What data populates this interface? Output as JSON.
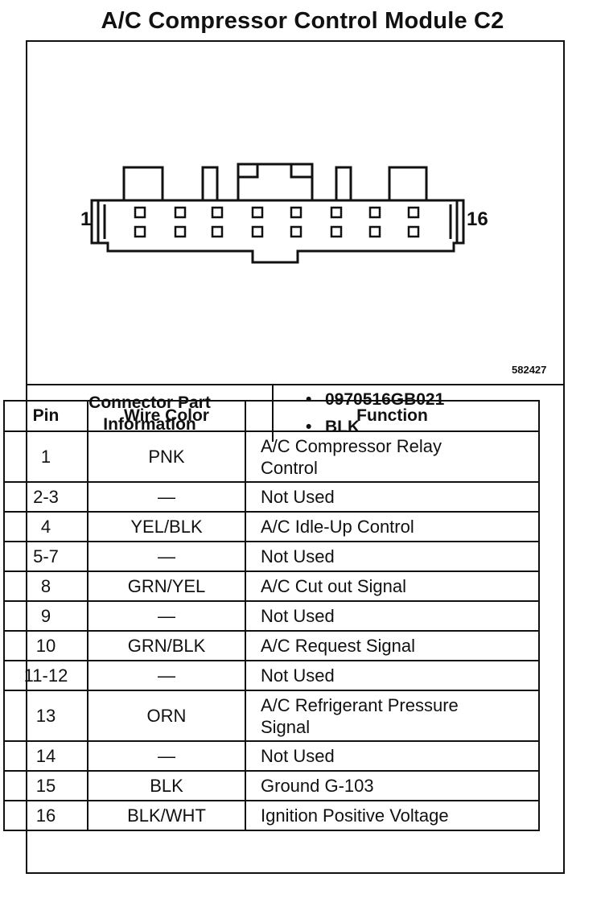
{
  "title": "A/C Compressor Control Module C2",
  "diagram": {
    "left_pin_label": "1",
    "right_pin_label": "16",
    "figure_number": "582427"
  },
  "connector_info": {
    "label_line1": "Connector Part",
    "label_line2": "Information",
    "items": [
      "0970516GB021",
      "BLK"
    ],
    "bullet": "•"
  },
  "table": {
    "headers": {
      "pin": "Pin",
      "wire_color": "Wire Color",
      "function": "Function"
    },
    "rows": [
      {
        "pin": "1",
        "wire": "PNK",
        "function_lines": [
          "A/C Compressor Relay",
          "Control"
        ]
      },
      {
        "pin": "2-3",
        "wire": "—",
        "function_lines": [
          "Not Used"
        ]
      },
      {
        "pin": "4",
        "wire": "YEL/BLK",
        "function_lines": [
          "A/C Idle-Up Control"
        ]
      },
      {
        "pin": "5-7",
        "wire": "—",
        "function_lines": [
          "Not Used"
        ]
      },
      {
        "pin": "8",
        "wire": "GRN/YEL",
        "function_lines": [
          "A/C Cut out Signal"
        ]
      },
      {
        "pin": "9",
        "wire": "—",
        "function_lines": [
          "Not Used"
        ]
      },
      {
        "pin": "10",
        "wire": "GRN/BLK",
        "function_lines": [
          "A/C Request Signal"
        ]
      },
      {
        "pin": "11-12",
        "wire": "—",
        "function_lines": [
          "Not Used"
        ]
      },
      {
        "pin": "13",
        "wire": "ORN",
        "function_lines": [
          "A/C Refrigerant Pressure",
          "Signal"
        ]
      },
      {
        "pin": "14",
        "wire": "—",
        "function_lines": [
          "Not Used"
        ]
      },
      {
        "pin": "15",
        "wire": "BLK",
        "function_lines": [
          "Ground G-103"
        ]
      },
      {
        "pin": "16",
        "wire": "BLK/WHT",
        "function_lines": [
          "Ignition Positive Voltage"
        ]
      }
    ]
  }
}
